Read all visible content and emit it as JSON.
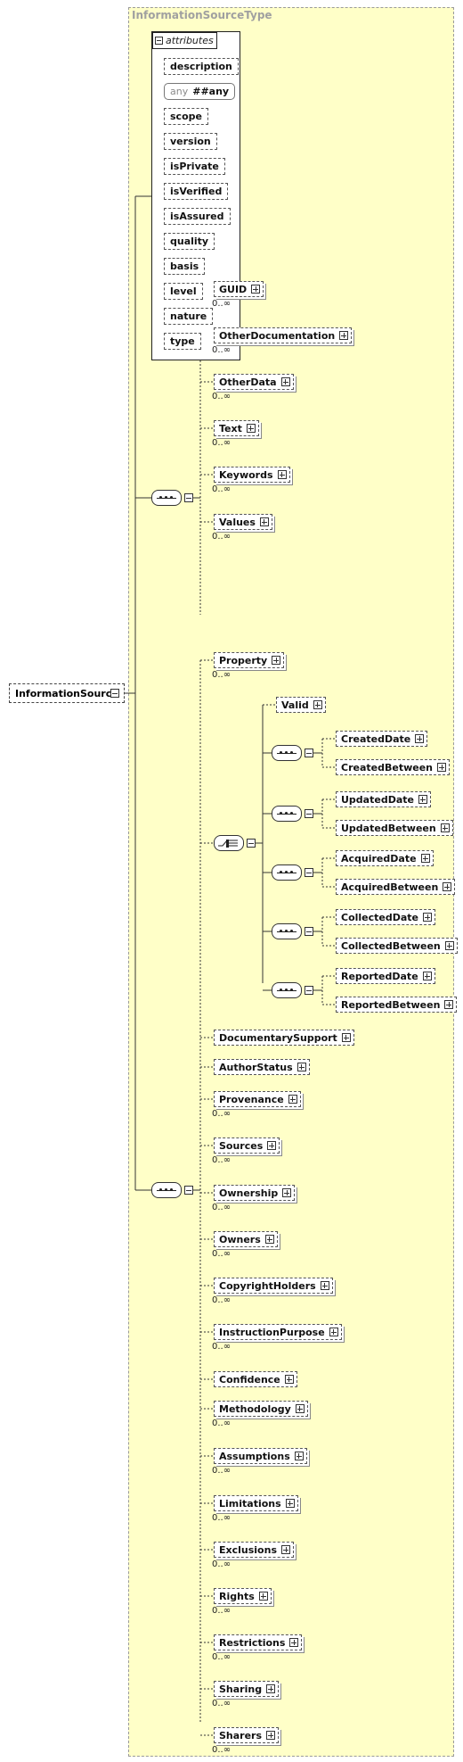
{
  "type_name": "InformationSourceType",
  "root": {
    "name": "InformationSource"
  },
  "attributes": {
    "header": "attributes",
    "any_prefix": "any",
    "items": [
      "description",
      "##any",
      "scope",
      "version",
      "isPrivate",
      "isVerified",
      "isAssured",
      "quality",
      "basis",
      "level",
      "nature",
      "type"
    ]
  },
  "group1": [
    {
      "name": "GUID",
      "card": "0..∞"
    },
    {
      "name": "OtherDocumentation",
      "card": "0..∞"
    },
    {
      "name": "OtherData",
      "card": "0..∞"
    },
    {
      "name": "Text",
      "card": "0..∞"
    },
    {
      "name": "Keywords",
      "card": "0..∞"
    },
    {
      "name": "Values",
      "card": "0..∞"
    }
  ],
  "property": {
    "name": "Property",
    "card": "0..∞"
  },
  "valid": {
    "name": "Valid"
  },
  "date_pairs": [
    [
      "CreatedDate",
      "CreatedBetween"
    ],
    [
      "UpdatedDate",
      "UpdatedBetween"
    ],
    [
      "AcquiredDate",
      "AcquiredBetween"
    ],
    [
      "CollectedDate",
      "CollectedBetween"
    ],
    [
      "ReportedDate",
      "ReportedBetween"
    ]
  ],
  "group2": [
    {
      "name": "DocumentarySupport",
      "card": ""
    },
    {
      "name": "AuthorStatus",
      "card": ""
    },
    {
      "name": "Provenance",
      "card": "0..∞"
    },
    {
      "name": "Sources",
      "card": "0..∞"
    },
    {
      "name": "Ownership",
      "card": "0..∞"
    },
    {
      "name": "Owners",
      "card": "0..∞"
    },
    {
      "name": "CopyrightHolders",
      "card": "0..∞"
    },
    {
      "name": "InstructionPurpose",
      "card": "0..∞"
    },
    {
      "name": "Confidence",
      "card": ""
    },
    {
      "name": "Methodology",
      "card": "0..∞"
    },
    {
      "name": "Assumptions",
      "card": "0..∞"
    },
    {
      "name": "Limitations",
      "card": "0..∞"
    },
    {
      "name": "Exclusions",
      "card": "0..∞"
    },
    {
      "name": "Rights",
      "card": "0..∞"
    },
    {
      "name": "Restrictions",
      "card": "0..∞"
    },
    {
      "name": "Sharing",
      "card": "0..∞"
    },
    {
      "name": "Sharers",
      "card": "0..∞"
    }
  ]
}
